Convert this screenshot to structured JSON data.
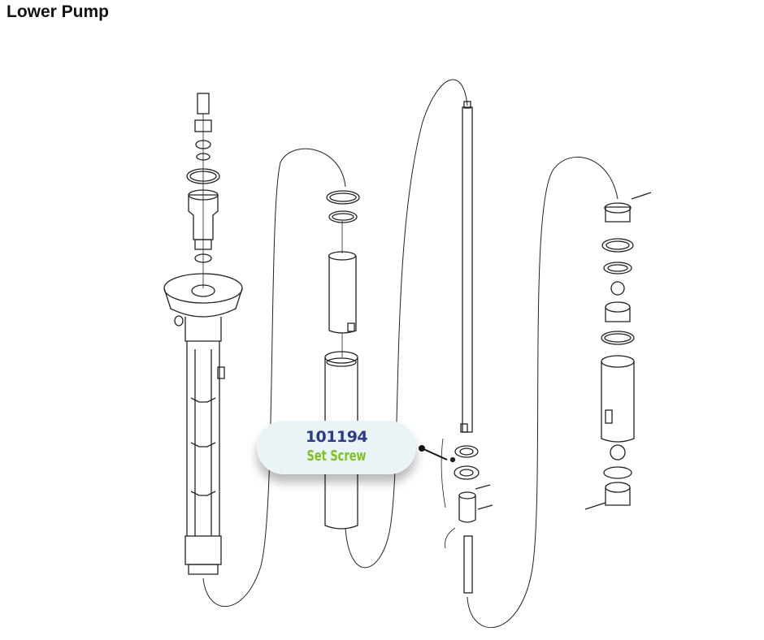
{
  "title": "Lower Pump",
  "callout": {
    "part_number": "101194",
    "part_name": "Set Screw",
    "number_color": "#2b3a8a",
    "name_color": "#7cc41a"
  }
}
